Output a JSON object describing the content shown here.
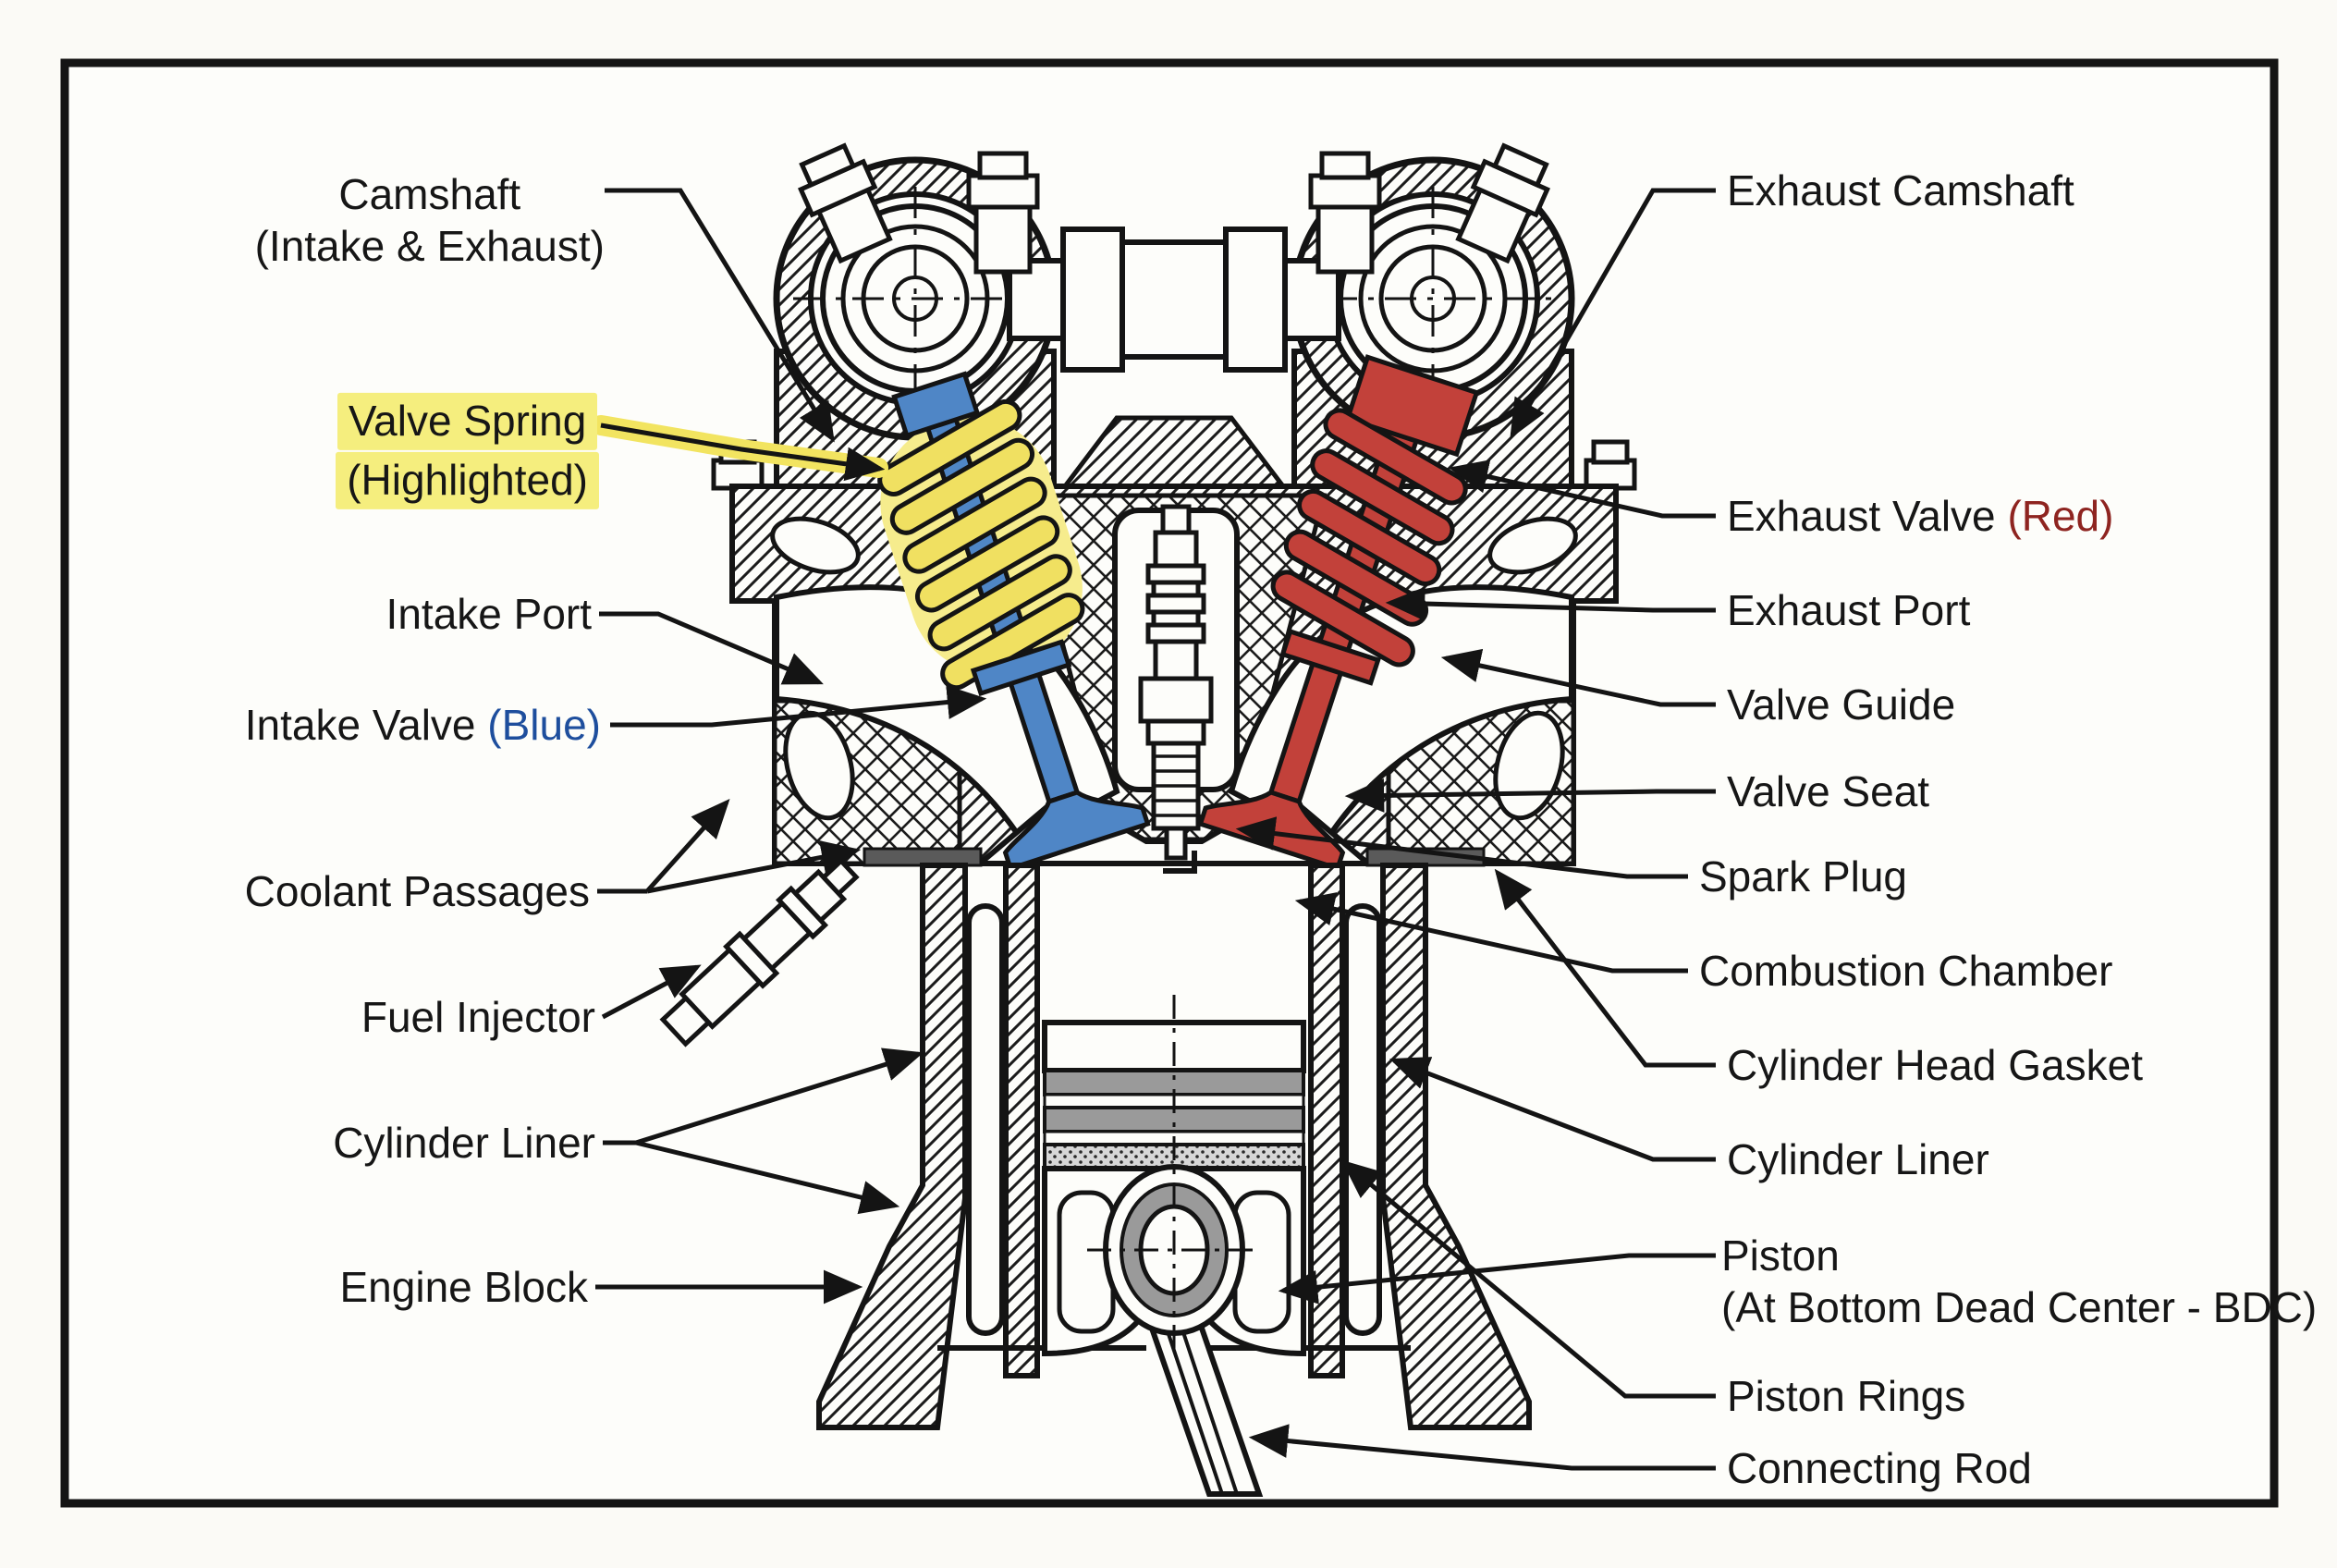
{
  "diagram_title": "Engine cylinder cross-section (labeled)",
  "labels": {
    "left": [
      {
        "name": "camshaft",
        "lines": [
          "Camshaft",
          "(Intake & Exhaust)"
        ]
      },
      {
        "name": "valve_spring",
        "lines": [
          "Valve Spring",
          "(Highlighted)"
        ]
      },
      {
        "name": "intake_port",
        "text": "Intake Port"
      },
      {
        "name": "intake_valve",
        "text": "Intake Valve ",
        "suffix": "(Blue)"
      },
      {
        "name": "coolant_passages",
        "text": "Coolant Passages"
      },
      {
        "name": "fuel_injector",
        "text": "Fuel Injector"
      },
      {
        "name": "cylinder_liner",
        "text": "Cylinder Liner"
      },
      {
        "name": "engine_block",
        "text": "Engine Block"
      }
    ],
    "right": [
      {
        "name": "exhaust_camshaft",
        "text": "Exhaust Camshaft"
      },
      {
        "name": "exhaust_valve",
        "text": "Exhaust Valve ",
        "suffix": "(Red)"
      },
      {
        "name": "exhaust_port",
        "text": "Exhaust Port"
      },
      {
        "name": "valve_guide",
        "text": "Valve Guide"
      },
      {
        "name": "valve_seat",
        "text": "Valve Seat"
      },
      {
        "name": "spark_plug",
        "text": "Spark Plug"
      },
      {
        "name": "combustion_chamber",
        "text": "Combustion Chamber"
      },
      {
        "name": "cylinder_head_gasket",
        "text": "Cylinder Head Gasket"
      },
      {
        "name": "cylinder_liner_right",
        "text": "Cylinder Liner"
      },
      {
        "name": "piston",
        "lines": [
          "Piston",
          "(At Bottom Dead Center - BDC)"
        ]
      },
      {
        "name": "piston_rings",
        "text": "Piston Rings"
      },
      {
        "name": "connecting_rod",
        "text": "Connecting Rod"
      }
    ]
  },
  "colors": {
    "highlight_yellow": "#f5ee7e",
    "glow_yellow": "#f6ec8d",
    "spring_yellow": "#f0e061",
    "blue_text": "#1e4e9d",
    "red_text": "#8e2420",
    "valve_blue": "#4f86c6",
    "valve_red": "#c2413a",
    "gasket_gray": "#5a5a5a",
    "ring_gray": "#9a9a9a",
    "line_ink": "#141414",
    "paper": "#fbfaf6"
  }
}
